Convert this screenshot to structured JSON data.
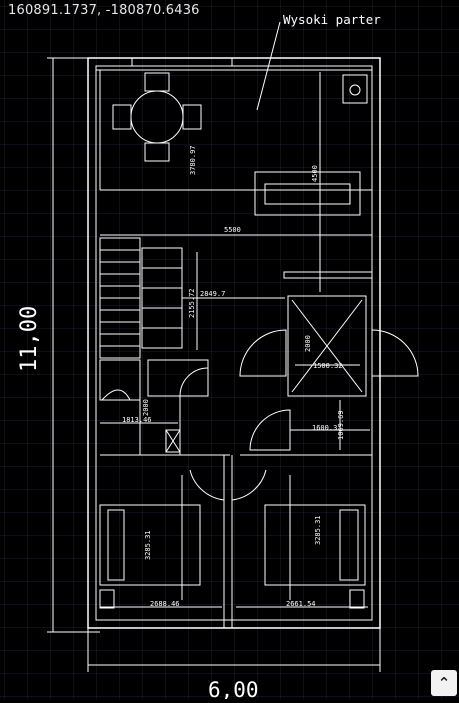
{
  "cursor_coordinates": "160891.1737,  -180870.6436",
  "room_label": "Wysoki parter",
  "dimensions": {
    "overall_height": "11,00",
    "overall_width": "6,00",
    "d_3780": "3780.97",
    "d_4500": "4500",
    "d_5500": "5500",
    "d_2849": "2849.7",
    "d_2155": "2155.72",
    "d_2000_a": "2000",
    "d_1500": "1500.32",
    "d_2000_b": "2000",
    "d_1813": "1813.46",
    "d_1600": "1600.3",
    "d_1069": "1069.69",
    "d_3285_l": "3285.31",
    "d_3285_r": "3285.31",
    "d_2688": "2688.46",
    "d_2661": "2661.54"
  },
  "scroll_icon": "double-chevron-up-icon",
  "colors": {
    "background": "#000000",
    "grid": "#1b2130",
    "lines": "#ffffff"
  }
}
